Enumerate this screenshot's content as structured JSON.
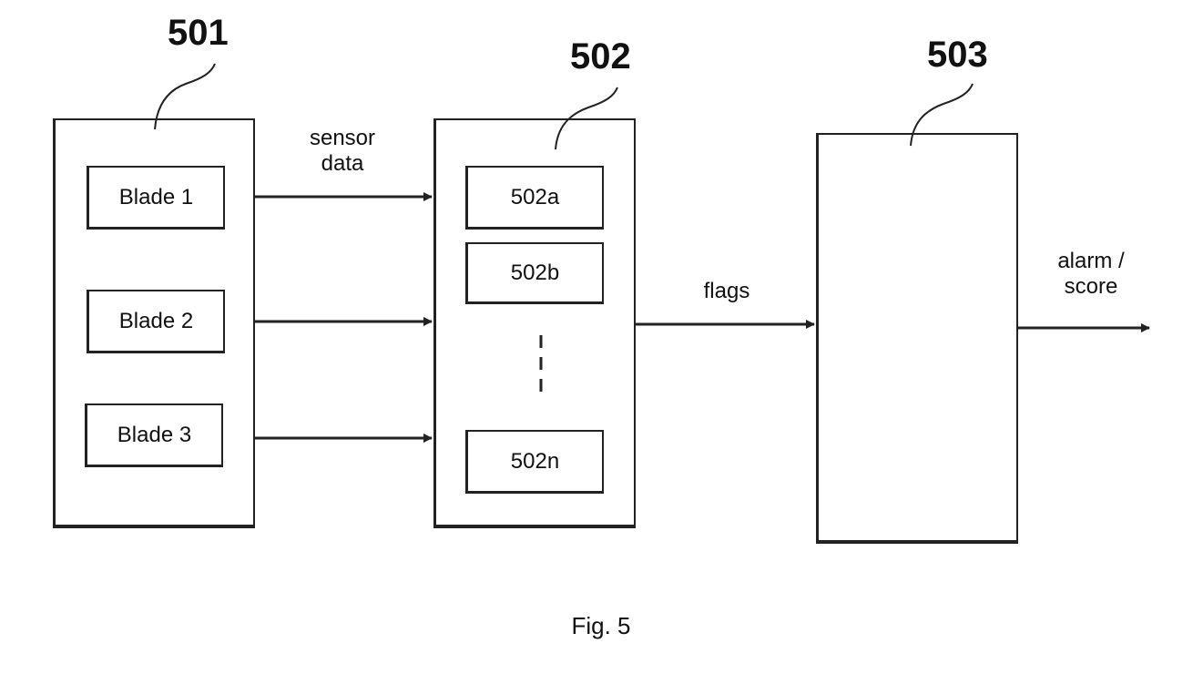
{
  "refs": {
    "r501": "501",
    "r502": "502",
    "r503": "503"
  },
  "blades": {
    "b1": "Blade 1",
    "b2": "Blade 2",
    "b3": "Blade 3"
  },
  "modules": {
    "a": "502a",
    "b": "502b",
    "n": "502n"
  },
  "edges": {
    "sensor_line1": "sensor",
    "sensor_line2": "data",
    "flags": "flags",
    "alarm_line1": "alarm /",
    "alarm_line2": "score"
  },
  "caption": "Fig. 5"
}
